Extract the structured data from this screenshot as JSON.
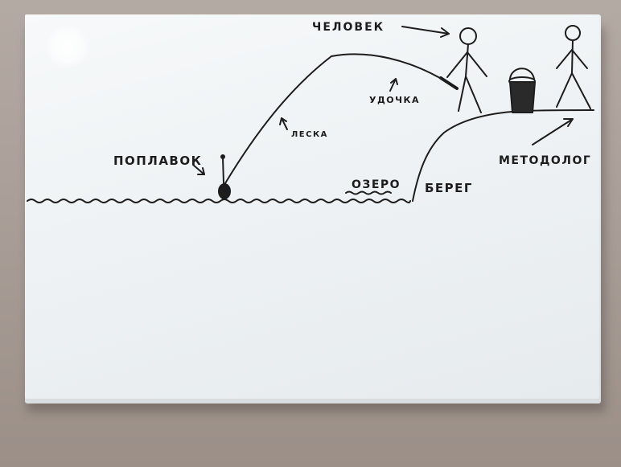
{
  "drawing": {
    "labels": {
      "person": "ЧЕЛОВЕК",
      "rod": "УДОЧКА",
      "line": "ЛЕСКА",
      "float": "ПОПЛАВОК",
      "lake": "ОЗЕРО",
      "shore": "БЕРЕГ",
      "methodologist": "МЕТОДОЛОГ"
    },
    "marker_color": "#1d1d1d",
    "board_color": "#f2f5f6",
    "wall_color": "#a89d96"
  }
}
